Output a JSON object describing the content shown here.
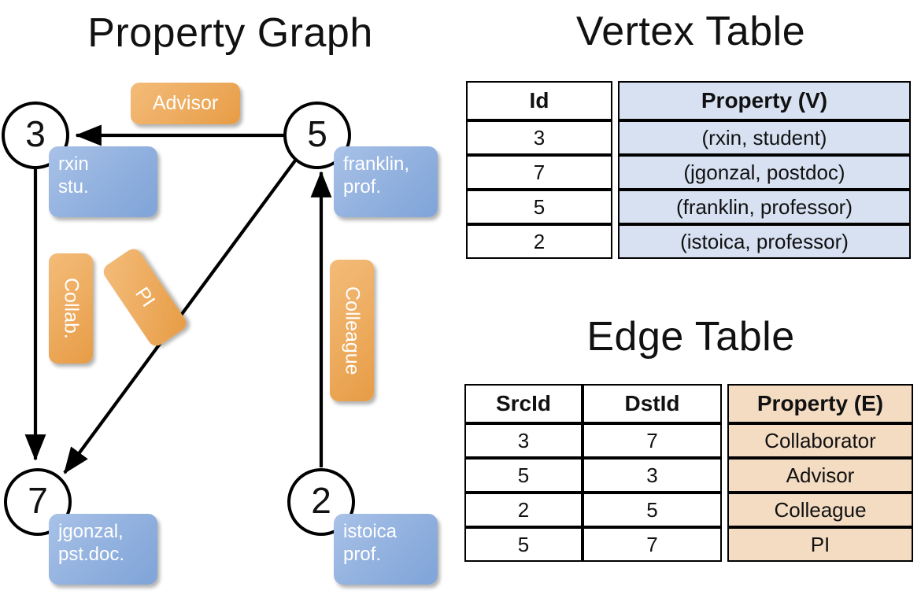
{
  "titles": {
    "property_graph": "Property Graph",
    "vertex_table": "Vertex Table",
    "edge_table": "Edge Table"
  },
  "graph": {
    "vertices": [
      {
        "id": "3",
        "label_line1": "rxin",
        "label_line2": "stu."
      },
      {
        "id": "5",
        "label_line1": "franklin,",
        "label_line2": "prof."
      },
      {
        "id": "7",
        "label_line1": "jgonzal,",
        "label_line2": "pst.doc."
      },
      {
        "id": "2",
        "label_line1": "istoica",
        "label_line2": "prof."
      }
    ],
    "edge_labels": [
      {
        "name": "advisor",
        "text": "Advisor"
      },
      {
        "name": "collab",
        "text": "Collab."
      },
      {
        "name": "pi",
        "text": "PI"
      },
      {
        "name": "colleague",
        "text": "Colleague"
      }
    ]
  },
  "vertex_table": {
    "headers": [
      "Id",
      "Property (V)"
    ],
    "rows": [
      [
        "3",
        "(rxin, student)"
      ],
      [
        "7",
        "(jgonzal, postdoc)"
      ],
      [
        "5",
        "(franklin, professor)"
      ],
      [
        "2",
        "(istoica, professor)"
      ]
    ]
  },
  "edge_table": {
    "headers": [
      "SrcId",
      "DstId",
      "Property (E)"
    ],
    "rows": [
      [
        "3",
        "7",
        "Collaborator"
      ],
      [
        "5",
        "3",
        "Advisor"
      ],
      [
        "2",
        "5",
        "Colleague"
      ],
      [
        "5",
        "7",
        "PI"
      ]
    ]
  },
  "colors": {
    "vertex_property_fill": "#d7e1f2",
    "edge_property_fill": "#f4dcc3",
    "vertex_box": "#93b2df",
    "edge_box": "#eeae63",
    "stroke": "#000000"
  }
}
